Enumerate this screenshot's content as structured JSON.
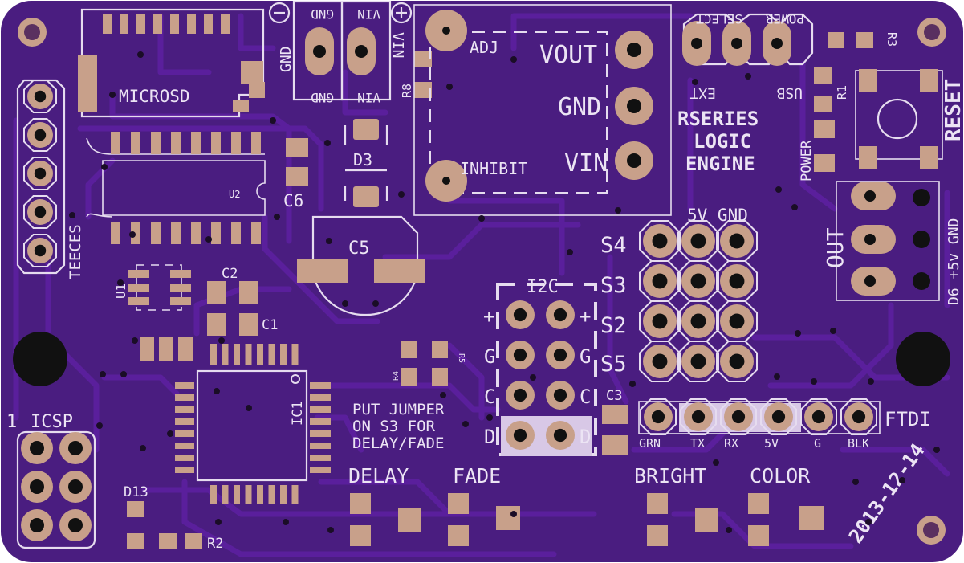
{
  "board": {
    "name": "RSERIES LOGIC ENGINE",
    "name_lines": [
      "RSERIES",
      "LOGIC",
      "ENGINE"
    ],
    "date": "2013-12-14",
    "colors": {
      "board": "#4a1d80",
      "trace": "#5a1f9c",
      "pad": "#c8a08a",
      "silkscreen": "#e6dcef",
      "hole": "#111111"
    }
  },
  "labels": {
    "microsd": "MICROSD",
    "teeces": "TEECES",
    "u2": "U2",
    "c6": "C6",
    "d3": "D3",
    "c5": "C5",
    "u1": "U1",
    "c2": "C2",
    "c1": "C1",
    "ic1": "IC1",
    "icsp": "ICSP",
    "icsp_pin1": "1",
    "d13": "D13",
    "r2": "R2",
    "r4": "R4",
    "r5": "R5",
    "r8": "R8",
    "r1": "R1",
    "r3": "R3",
    "c3": "C3",
    "gnd_side": "GND",
    "vin_side": "VIN",
    "gnd_box_top": "GND",
    "vin_box_top": "VIN",
    "gnd_box_bottom": "GND",
    "vin_box_bottom": "VIN",
    "adj": "ADJ",
    "vout": "VOUT",
    "gnd_reg": "GND",
    "vin_reg": "VIN",
    "inhibit": "INHIBIT",
    "ext": "EXT",
    "usb": "USB",
    "select": "SELECT",
    "power_top": "POWER",
    "power_led": "POWER",
    "reset": "RESET",
    "out": "OUT",
    "out_pins": "D6 +5v GND",
    "fivev_gnd": "5V GND",
    "s4": "S4",
    "s3": "S3",
    "s2": "S2",
    "s5": "S5",
    "i2c": "I2C",
    "i2c_left": [
      "+",
      "G",
      "C",
      "D"
    ],
    "i2c_right": [
      "+",
      "G",
      "C",
      "D"
    ],
    "note_lines": [
      "PUT JUMPER",
      "ON S3 FOR",
      "DELAY/FADE"
    ],
    "ftdi": "FTDI",
    "ftdi_pins": [
      "GRN",
      "TX",
      "RX",
      "5V",
      "G",
      "BLK"
    ],
    "delay": "DELAY",
    "fade": "FADE",
    "bright": "BRIGHT",
    "color": "COLOR"
  }
}
